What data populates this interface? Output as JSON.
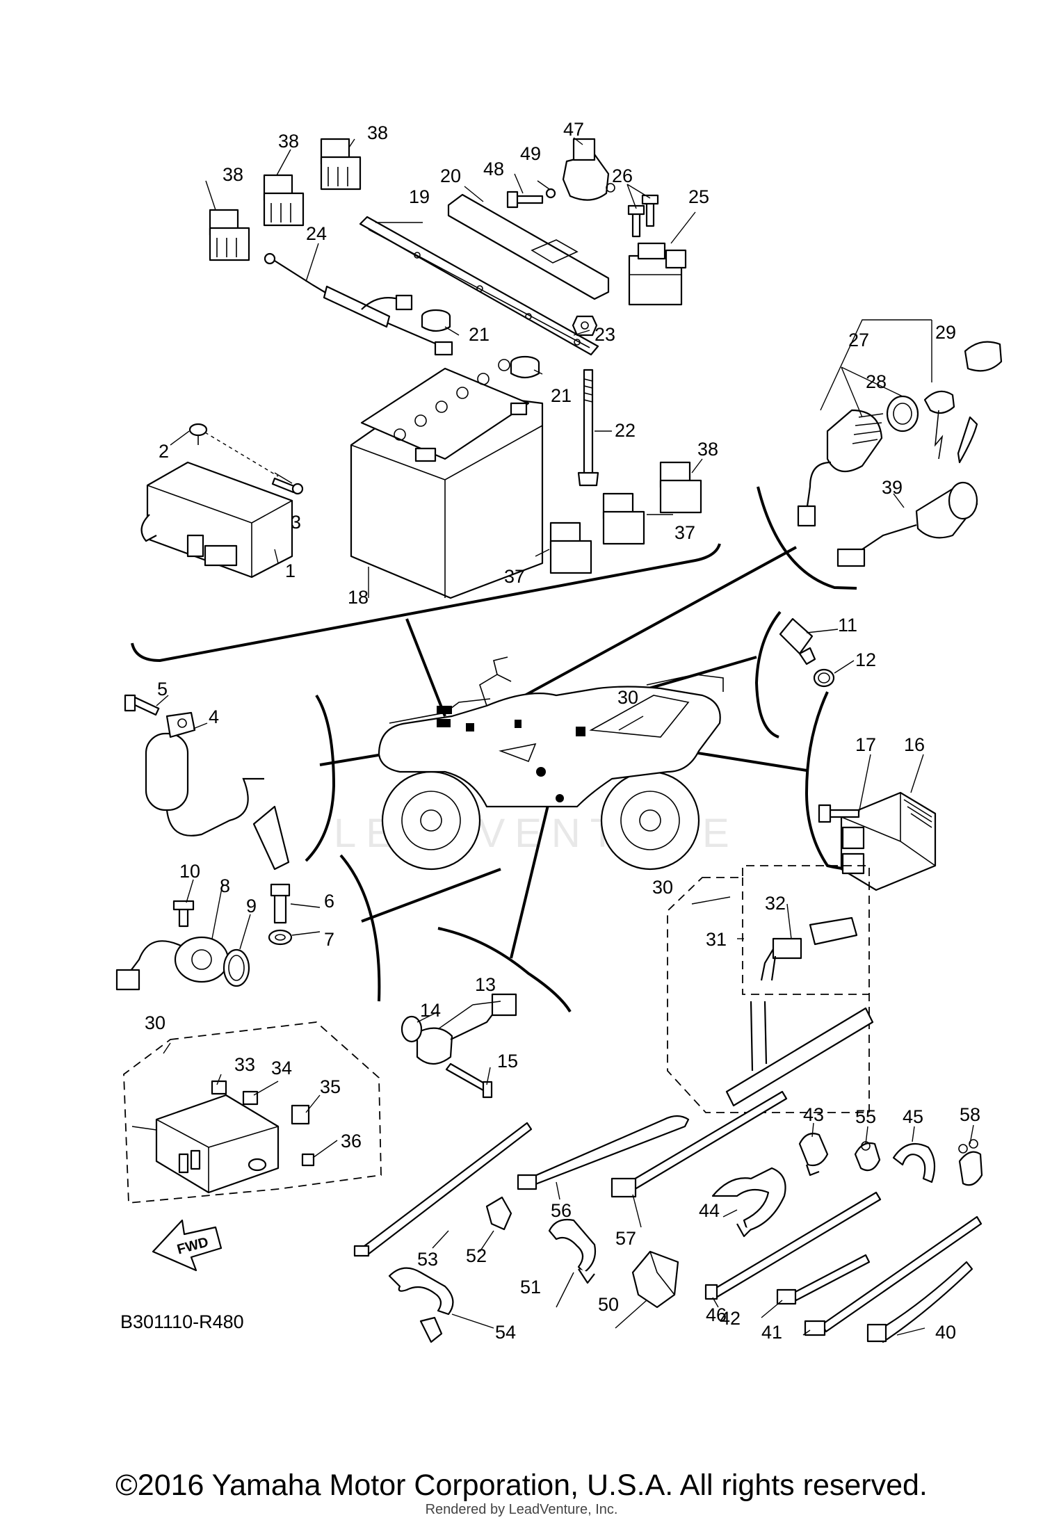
{
  "diagram": {
    "ref_code": "B301110-R480",
    "fwd_label": "FWD",
    "watermark": "LEADVENTURE",
    "callouts": {
      "c1": "1",
      "c2": "2",
      "c3": "3",
      "c4": "4",
      "c5": "5",
      "c6": "6",
      "c7": "7",
      "c8": "8",
      "c9": "9",
      "c10": "10",
      "c11": "11",
      "c12": "12",
      "c13": "13",
      "c14": "14",
      "c15": "15",
      "c16": "16",
      "c17": "17",
      "c18": "18",
      "c19": "19",
      "c20": "20",
      "c21": "21",
      "c22": "22",
      "c23": "23",
      "c24": "24",
      "c25": "25",
      "c26": "26",
      "c27": "27",
      "c28": "28",
      "c29": "29",
      "c30": "30",
      "c31": "31",
      "c32": "32",
      "c33": "33",
      "c34": "34",
      "c35": "35",
      "c36": "36",
      "c37": "37",
      "c38": "38",
      "c39": "39",
      "c40": "40",
      "c41": "41",
      "c42": "42",
      "c43": "43",
      "c44": "44",
      "c45": "45",
      "c46": "46",
      "c47": "47",
      "c48": "48",
      "c49": "49",
      "c50": "50",
      "c51": "51",
      "c52": "52",
      "c53": "53",
      "c54": "54",
      "c55": "55",
      "c56": "56",
      "c57": "57",
      "c58": "58"
    }
  },
  "footer": {
    "copyright": "©2016 Yamaha Motor Corporation, U.S.A. All rights reserved.",
    "rendered_by": "Rendered by LeadVenture, Inc."
  }
}
